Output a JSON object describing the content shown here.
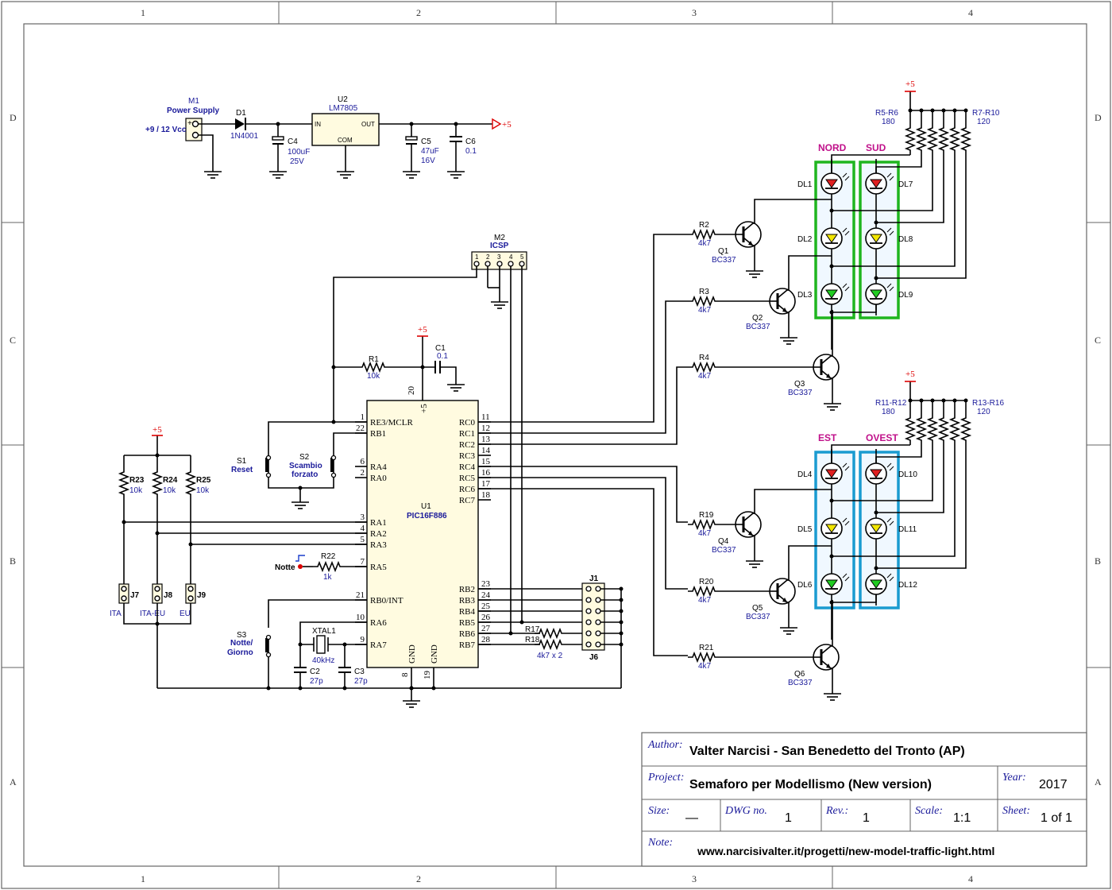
{
  "grid": {
    "columns": [
      "1",
      "2",
      "3",
      "4"
    ],
    "rows": [
      "D",
      "C",
      "B",
      "A"
    ]
  },
  "power": {
    "m1_ref": "M1",
    "m1_name": "Power Supply",
    "input_label": "+9 / 12 Vcc",
    "plus_sign": "+",
    "d1_ref": "D1",
    "d1_val": "1N4001",
    "c4_ref": "C4",
    "c4_val1": "100uF",
    "c4_val2": "25V",
    "u2_ref": "U2",
    "u2_val": "LM7805",
    "u2_in": "IN",
    "u2_out": "OUT",
    "u2_com": "COM",
    "c5_ref": "C5",
    "c5_val1": "47uF",
    "c5_val2": "16V",
    "c6_ref": "C6",
    "c6_val": "0.1",
    "out_label": "+5"
  },
  "mcu": {
    "ref": "U1",
    "name": "PIC16F886",
    "vdd_label": "+5",
    "vdd_pin": "20",
    "gnd1_pin": "8",
    "gnd2_pin": "19",
    "gnd_label": "GND",
    "left_pins": [
      {
        "num": "1",
        "name": "RE3/MCLR"
      },
      {
        "num": "22",
        "name": "RB1"
      },
      {
        "num": "6",
        "name": "RA4"
      },
      {
        "num": "2",
        "name": "RA0"
      },
      {
        "num": "3",
        "name": "RA1"
      },
      {
        "num": "4",
        "name": "RA2"
      },
      {
        "num": "5",
        "name": "RA3"
      },
      {
        "num": "7",
        "name": "RA5"
      },
      {
        "num": "21",
        "name": "RB0/INT"
      },
      {
        "num": "10",
        "name": "RA6"
      },
      {
        "num": "9",
        "name": "RA7"
      }
    ],
    "right_pins_top": [
      {
        "num": "11",
        "name": "RC0"
      },
      {
        "num": "12",
        "name": "RC1"
      },
      {
        "num": "13",
        "name": "RC2"
      },
      {
        "num": "14",
        "name": "RC3"
      },
      {
        "num": "15",
        "name": "RC4"
      },
      {
        "num": "16",
        "name": "RC5"
      },
      {
        "num": "17",
        "name": "RC6"
      },
      {
        "num": "18",
        "name": "RC7"
      }
    ],
    "right_pins_bottom": [
      {
        "num": "23",
        "name": "RB2"
      },
      {
        "num": "24",
        "name": "RB3"
      },
      {
        "num": "25",
        "name": "RB4"
      },
      {
        "num": "26",
        "name": "RB5"
      },
      {
        "num": "27",
        "name": "RB6"
      },
      {
        "num": "28",
        "name": "RB7"
      }
    ]
  },
  "icsp": {
    "ref": "M2",
    "name": "ICSP",
    "pins": [
      "1",
      "2",
      "3",
      "4",
      "5"
    ]
  },
  "reset": {
    "r1_ref": "R1",
    "r1_val": "10k",
    "c1_ref": "C1",
    "c1_val": "0.1",
    "supply": "+5"
  },
  "switches": {
    "s1_ref": "S1",
    "s1_name": "Reset",
    "s2_ref": "S2",
    "s2_name1": "Scambio",
    "s2_name2": "forzato",
    "s3_ref": "S3",
    "s3_name1": "Notte/",
    "s3_name2": "Giorno"
  },
  "jumpers": {
    "supply": "+5",
    "r23_ref": "R23",
    "r24_ref": "R24",
    "r25_ref": "R25",
    "r_val": "10k",
    "j7_ref": "J7",
    "j8_ref": "J8",
    "j9_ref": "J9",
    "j7_lab": "ITA",
    "j8_lab": "ITA-EU",
    "j9_lab": "EU"
  },
  "night": {
    "label": "Notte",
    "r22_ref": "R22",
    "r22_val": "1k"
  },
  "osc": {
    "xtal_ref": "XTAL1",
    "xtal_val": "40kHz",
    "c2_ref": "C2",
    "c2_val": "27p",
    "c3_ref": "C3",
    "c3_val": "27p"
  },
  "header": {
    "j1_ref": "J1",
    "j6_ref": "J6",
    "r17_ref": "R17",
    "r18_ref": "R18",
    "r_val": "4k7 x 2"
  },
  "lights_top": {
    "supply": "+5",
    "r_left_ref": "R5-R6",
    "r_left_val": "180",
    "r_right_ref": "R7-R10",
    "r_right_val": "120",
    "dir_left": "NORD",
    "dir_right": "SUD",
    "leds_left": [
      "DL1",
      "DL2",
      "DL3"
    ],
    "leds_right": [
      "DL7",
      "DL8",
      "DL9"
    ],
    "transistors": [
      {
        "r_ref": "R2",
        "r_val": "4k7",
        "q_ref": "Q1",
        "q_val": "BC337"
      },
      {
        "r_ref": "R3",
        "r_val": "4k7",
        "q_ref": "Q2",
        "q_val": "BC337"
      },
      {
        "r_ref": "R4",
        "r_val": "4k7",
        "q_ref": "Q3",
        "q_val": "BC337"
      }
    ]
  },
  "lights_bottom": {
    "supply": "+5",
    "r_left_ref": "R11-R12",
    "r_left_val": "180",
    "r_right_ref": "R13-R16",
    "r_right_val": "120",
    "dir_left": "EST",
    "dir_right": "OVEST",
    "leds_left": [
      "DL4",
      "DL5",
      "DL6"
    ],
    "leds_right": [
      "DL10",
      "DL11",
      "DL12"
    ],
    "transistors": [
      {
        "r_ref": "R19",
        "r_val": "4k7",
        "q_ref": "Q4",
        "q_val": "BC337"
      },
      {
        "r_ref": "R20",
        "r_val": "4k7",
        "q_ref": "Q5",
        "q_val": "BC337"
      },
      {
        "r_ref": "R21",
        "r_val": "4k7",
        "q_ref": "Q6",
        "q_val": "BC337"
      }
    ]
  },
  "colors": {
    "led_red": "#e02020",
    "led_yellow": "#f2e600",
    "led_green": "#22cc22",
    "box_top": "#1fb51f",
    "box_bottom": "#1a9bd0"
  },
  "title_block": {
    "author_label": "Author:",
    "author": "Valter Narcisi - San Benedetto del Tronto (AP)",
    "project_label": "Project:",
    "project": "Semaforo per Modellismo (New version)",
    "year_label": "Year:",
    "year": "2017",
    "size_label": "Size:",
    "size": "—",
    "dwg_label": "DWG no.",
    "dwg": "1",
    "rev_label": "Rev.:",
    "rev": "1",
    "scale_label": "Scale:",
    "scale": "1:1",
    "sheet_label": "Sheet:",
    "sheet": "1 of 1",
    "note_label": "Note:",
    "note": "www.narcisivalter.it/progetti/new-model-traffic-light.html"
  }
}
